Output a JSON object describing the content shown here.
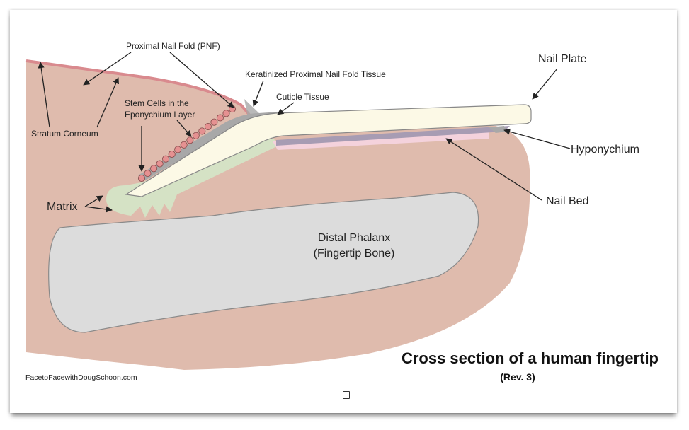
{
  "diagram": {
    "title": "Cross section of a human fingertip",
    "revision": "(Rev. 3)",
    "credit": "FacetoFacewithDougSchoon.com",
    "labels": {
      "proximal_nail_fold": "Proximal Nail Fold (PNF)",
      "keratinized_tissue": "Keratinized Proximal Nail Fold Tissue",
      "cuticle_tissue": "Cuticle Tissue",
      "nail_plate": "Nail Plate",
      "stem_cells_line1": "Stem Cells in the",
      "stem_cells_line2": "Eponychium Layer",
      "stratum_corneum": "Stratum Corneum",
      "hyponychium": "Hyponychium",
      "nail_bed": "Nail Bed",
      "matrix": "Matrix",
      "distal_phalanx_line1": "Distal Phalanx",
      "distal_phalanx_line2": "(Fingertip Bone)"
    },
    "colors": {
      "skin": "#dfbbad",
      "stratum_corneum": "#d98a8e",
      "nail_plate": "#fcf9e6",
      "nail_bed": "#f4d2dc",
      "matrix": "#d5e2c5",
      "bone": "#dcdcdc",
      "eponychium": "#a8a8a8",
      "stem_cell": "#e59191",
      "underside": "#a79cb3"
    }
  }
}
